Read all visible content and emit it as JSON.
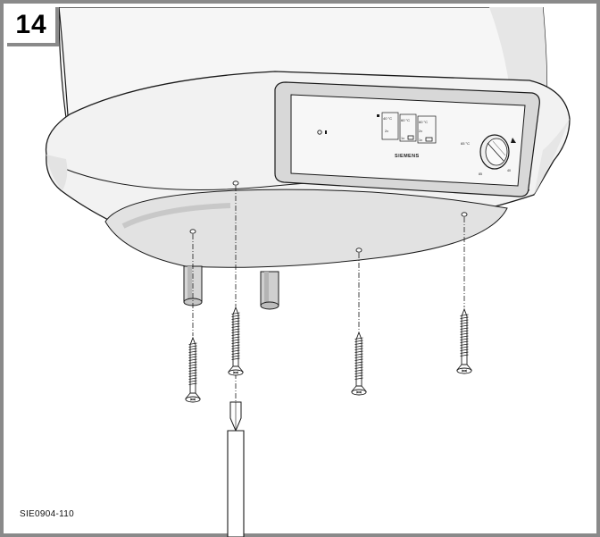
{
  "figure": {
    "step_number": "14",
    "reference_code": "SIE0904-110"
  },
  "control_panel": {
    "brand": "SIEMENS",
    "temp_labels": [
      "40 °C",
      "60 °C",
      "60 °C",
      "65 °C"
    ],
    "mode_labels": [
      "2x",
      "1x",
      "2x",
      "1x"
    ],
    "dial_labels": [
      "85",
      "40"
    ]
  },
  "colors": {
    "frame": "#8a8a8a",
    "line": "#1a1a1a",
    "heater_body": "#f4f4f4",
    "shading": "#dcdcdc"
  }
}
